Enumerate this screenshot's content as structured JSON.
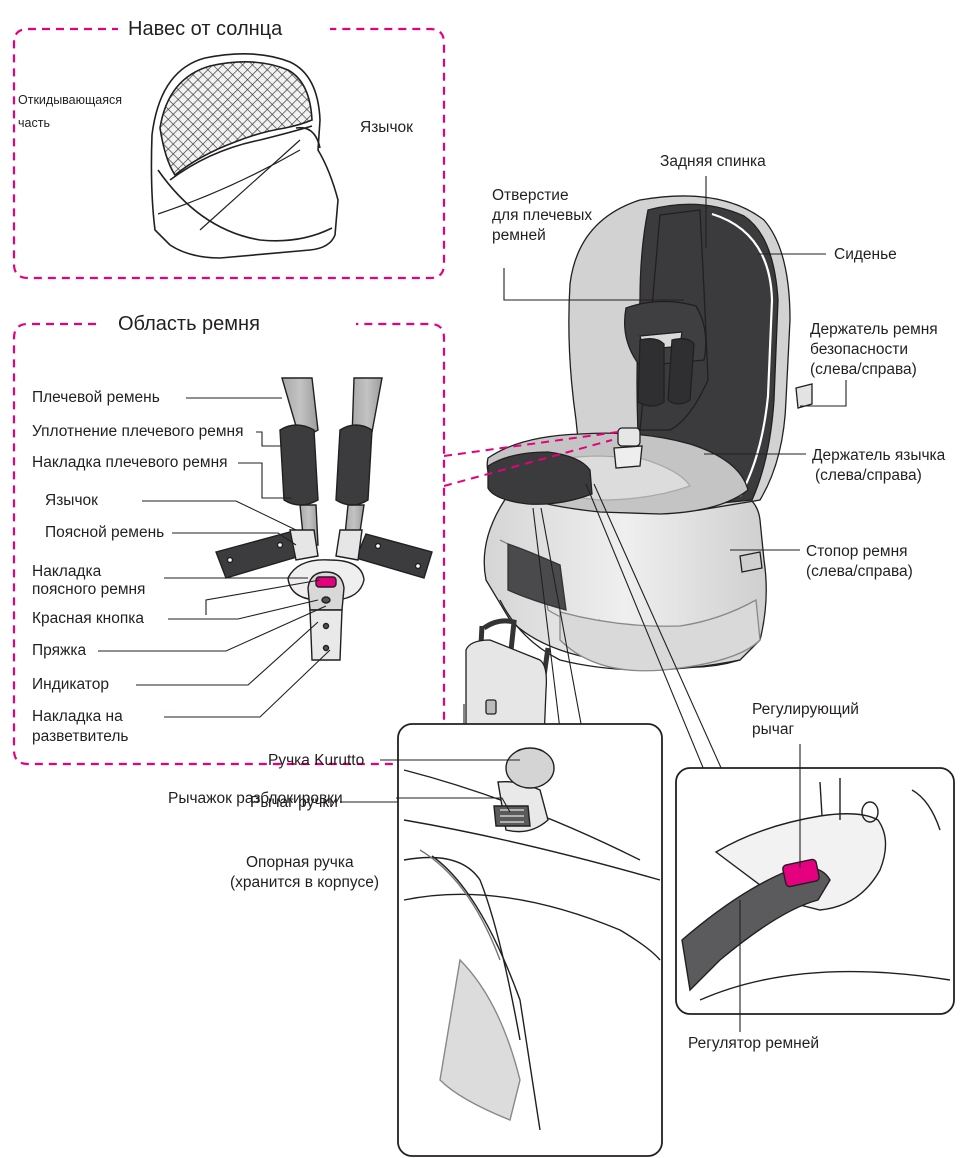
{
  "sections": {
    "sunshade": {
      "title": "Навес от солнца",
      "labels": {
        "folding_part_line1": "Откидывающаяся",
        "folding_part_line2": "часть",
        "tongue": "Язычок"
      }
    },
    "belt_area": {
      "title": "Область ремня",
      "labels": {
        "shoulder_belt": "Плечевой ремень",
        "shoulder_belt_seal": "Уплотнение плечевого ремня",
        "shoulder_belt_pad": "Накладка плечевого ремня",
        "tongue": "Язычок",
        "lap_belt": "Поясной ремень",
        "lap_belt_pad_line1": "Накладка",
        "lap_belt_pad_line2": "поясного ремня",
        "red_button": "Красная кнопка",
        "buckle": "Пряжка",
        "indicator": "Индикатор",
        "crotch_pad_line1": "Накладка на",
        "crotch_pad_line2": "разветвитель"
      }
    }
  },
  "seat_labels": {
    "back_shell": "Задняя спинка",
    "shoulder_slot_line1": "Отверстие",
    "shoulder_slot_line2": "для плечевых",
    "shoulder_slot_line3": "ремней",
    "seat": "Сиденье",
    "belt_holder_line1": "Держатель ремня",
    "belt_holder_line2": "безопасности",
    "belt_holder_line3": "(слева/справа)",
    "tongue_holder_line1": "Держатель язычка",
    "tongue_holder_line2": "(слева/справа)",
    "belt_lock_line1": "Стопор ремня",
    "belt_lock_line2": "(слева/справа)",
    "adjust_lever_line1": "Регулирующий",
    "adjust_lever_line2": "рычаг",
    "handle_lever": "Рычаг ручки",
    "support_leg_line1": "Опорная ручка",
    "support_leg_line2": "(хранится в корпусе)",
    "belt_adjuster": "Регулятор ремней",
    "kurutto_handle": "Ручка Kurutto",
    "release_lever": "Рычажок разблокировки"
  },
  "colors": {
    "accent_pink": "#e6007e",
    "red_button": "#e4007f",
    "seat_dark": "#3b3b3d",
    "seat_light": "#c9c9c9",
    "shell": "#e3e3e3",
    "line": "#231f20"
  }
}
